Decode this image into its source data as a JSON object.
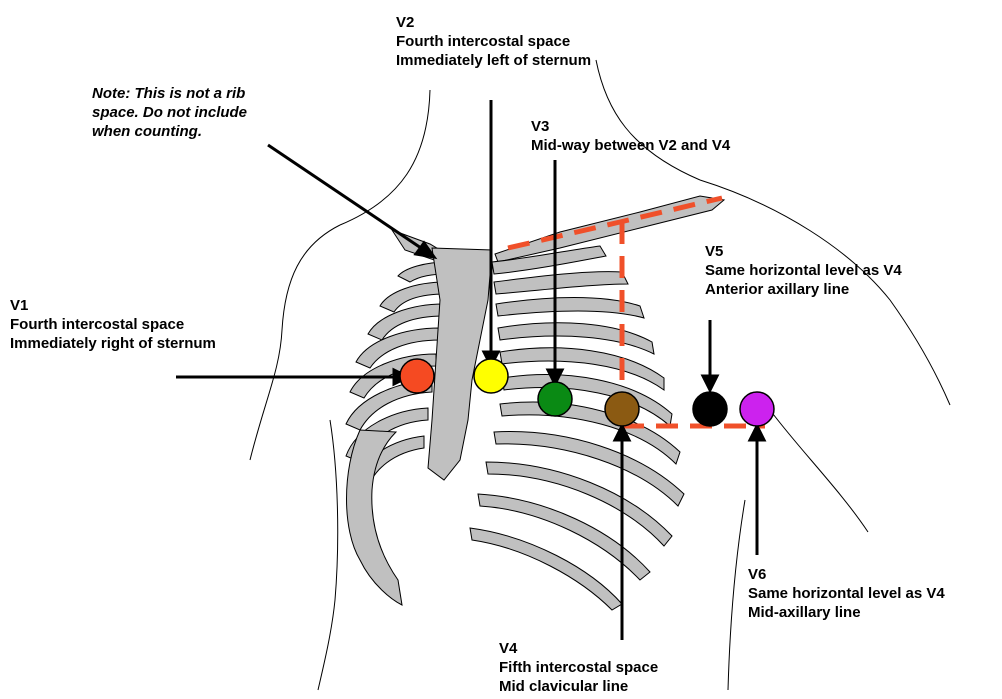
{
  "colors": {
    "bone": "#c0c0c0",
    "outline": "#000000",
    "dashed_guide": "#f0502a",
    "v1": "#f54a22",
    "v2": "#ffff00",
    "v3": "#0a8a14",
    "v4": "#8b5a12",
    "v5": "#000000",
    "v6": "#cc22ee"
  },
  "note": {
    "line1": "Note: This is not a rib",
    "line2": "space.  Do not include",
    "line3": "when counting."
  },
  "electrodes": {
    "v1": {
      "name": "V1",
      "line1": "Fourth intercostal space",
      "line2": "Immediately right of sternum"
    },
    "v2": {
      "name": "V2",
      "line1": "Fourth intercostal space",
      "line2": "Immediately left of sternum"
    },
    "v3": {
      "name": "V3",
      "line1": "Mid-way between V2 and V4"
    },
    "v4": {
      "name": "V4",
      "line1": "Fifth intercostal space",
      "line2": "Mid clavicular  line"
    },
    "v5": {
      "name": "V5",
      "line1": "Same horizontal level as V4",
      "line2": "Anterior axillary line"
    },
    "v6": {
      "name": "V6",
      "line1": "Same horizontal level as V4",
      "line2": "Mid-axillary line"
    }
  }
}
